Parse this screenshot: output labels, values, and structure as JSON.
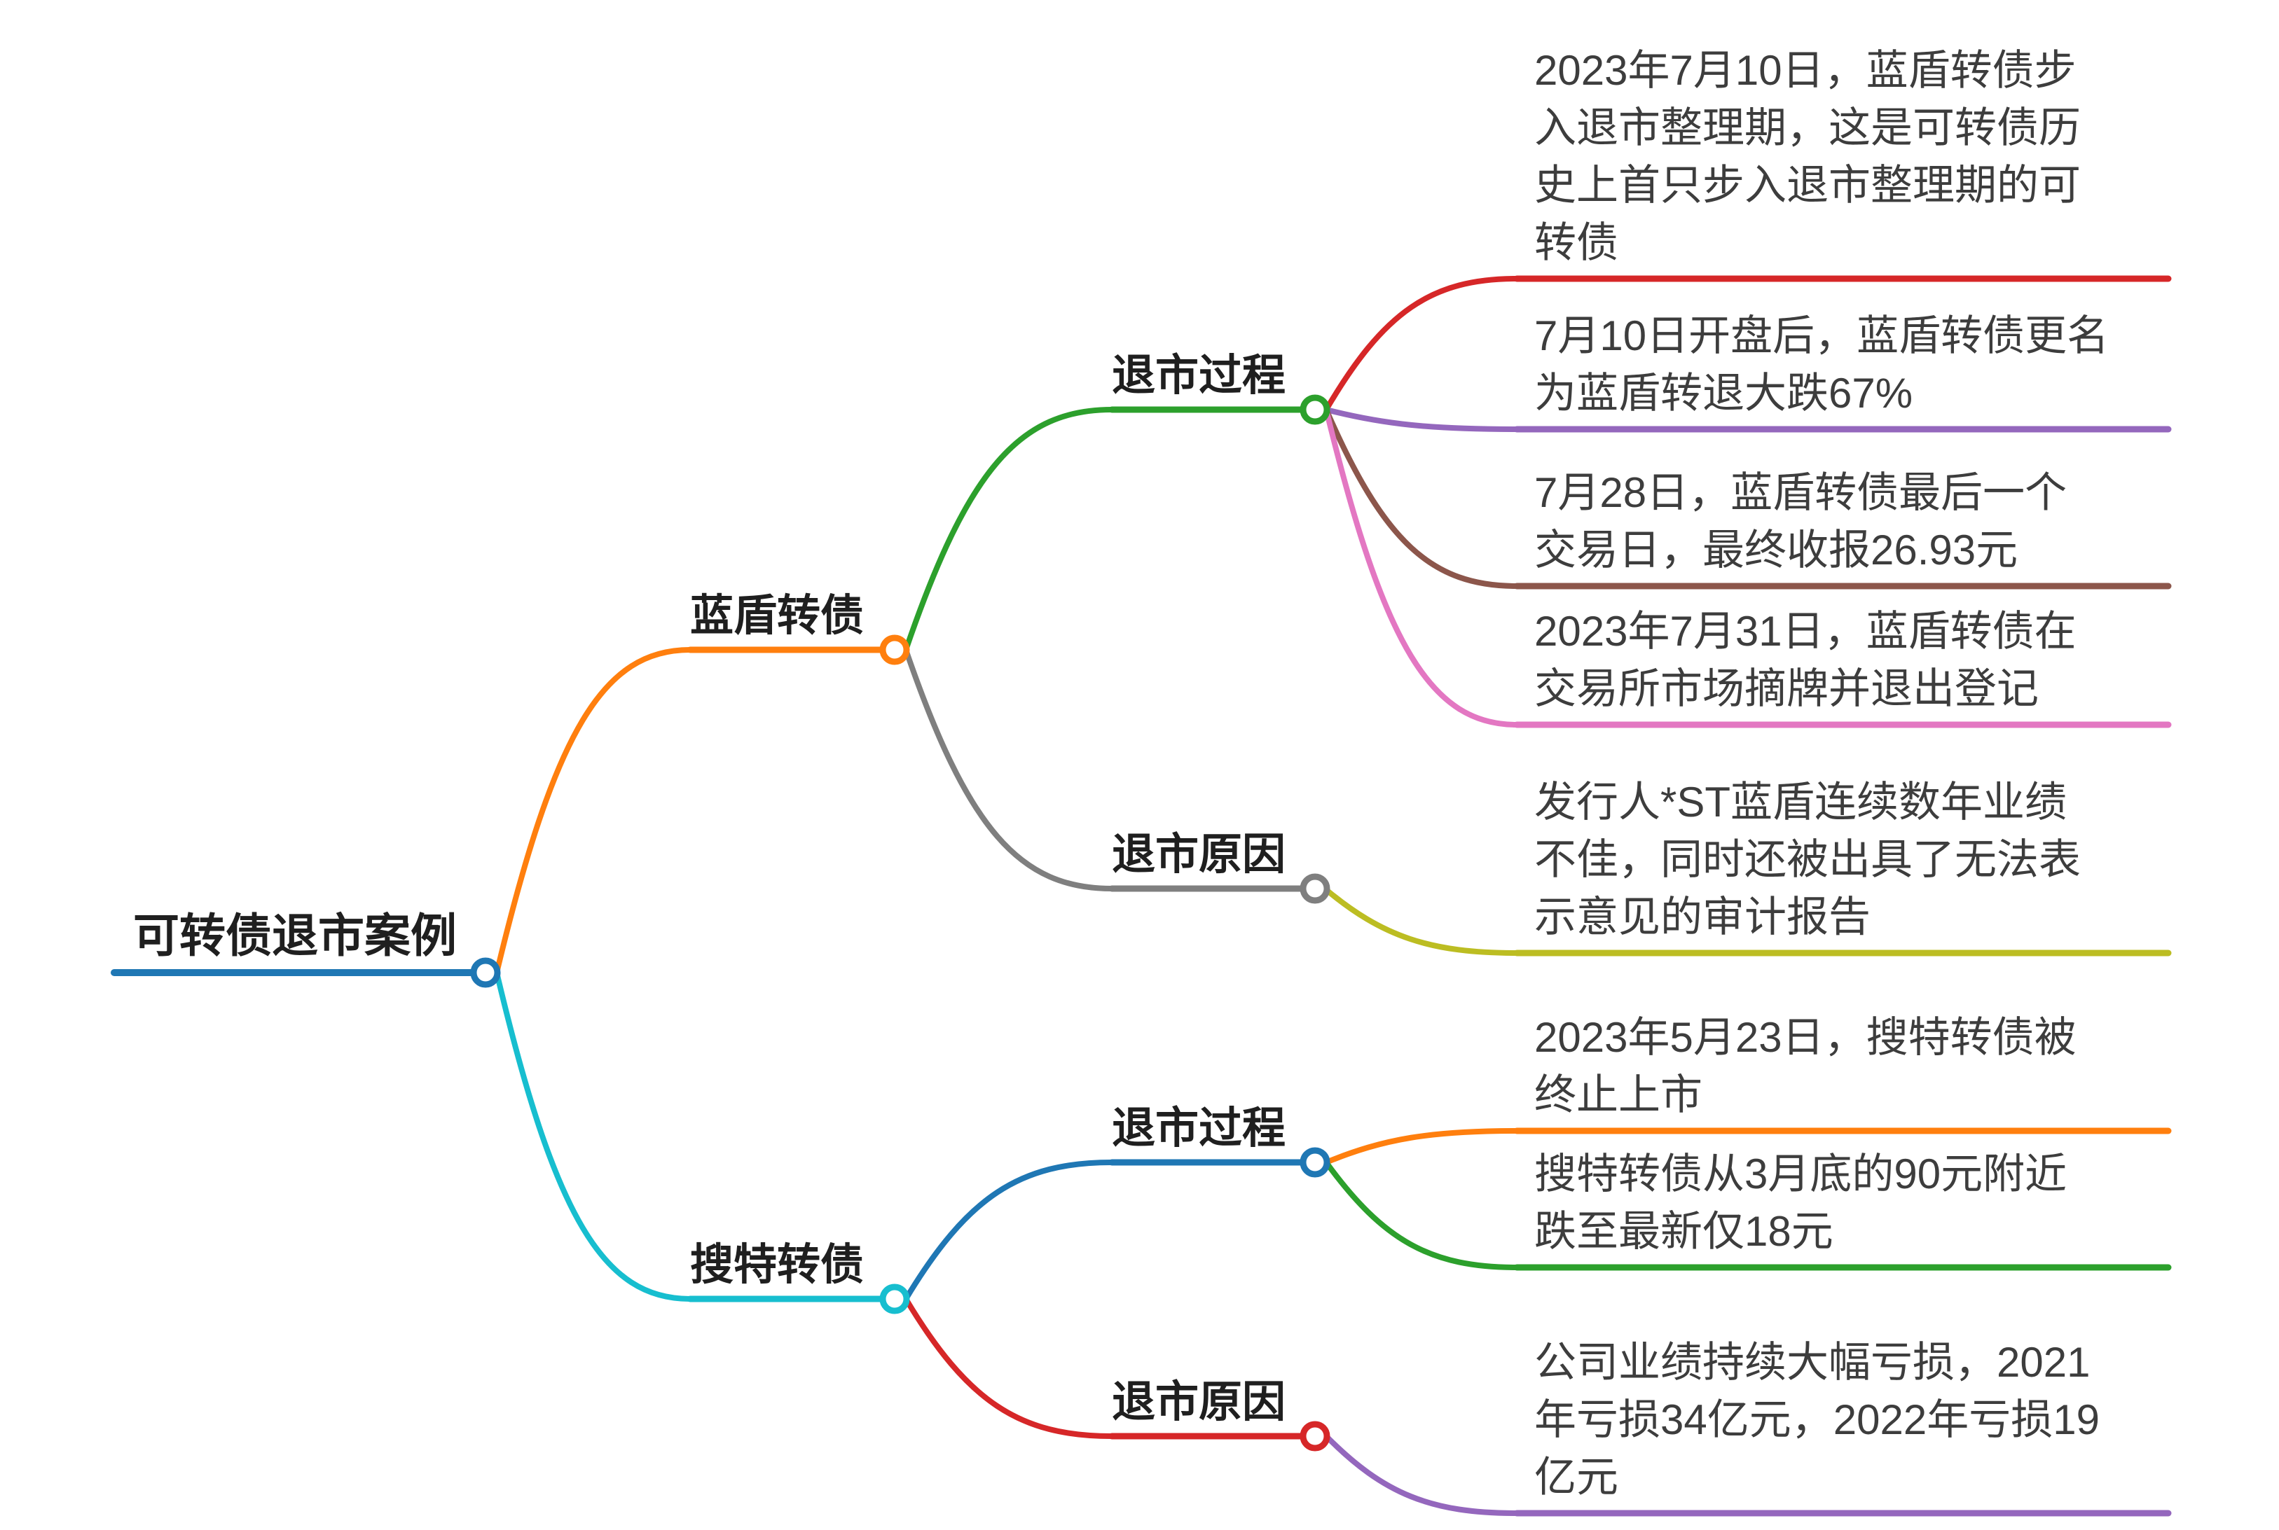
{
  "palette": {
    "blue": "#1f77b4",
    "orange": "#ff7f0e",
    "green": "#2ca02c",
    "red": "#d62728",
    "purple": "#9467bd",
    "brown": "#8c564b",
    "pink": "#e377c2",
    "gray": "#7f7f7f",
    "olive": "#bcbd22",
    "cyan": "#17becf"
  },
  "root": {
    "label": "可转债退市案例"
  },
  "branches": {
    "landun": {
      "label": "蓝盾转债"
    },
    "landun_process": {
      "label": "退市过程"
    },
    "landun_reason": {
      "label": "退市原因"
    },
    "soute": {
      "label": "搜特转债"
    },
    "soute_process": {
      "label": "退市过程"
    },
    "soute_reason": {
      "label": "退市原因"
    }
  },
  "leaves": {
    "landun_process": [
      {
        "text": "2023年7月10日，蓝盾转债步\n入退市整理期，这是可转债历\n史上首只步入退市整理期的可\n转债"
      },
      {
        "text": "7月10日开盘后，蓝盾转债更名\n为蓝盾转退大跌67%"
      },
      {
        "text": "7月28日，蓝盾转债最后一个\n交易日，最终收报26.93元"
      },
      {
        "text": "2023年7月31日，蓝盾转债在\n交易所市场摘牌并退出登记"
      }
    ],
    "landun_reason": [
      {
        "text": "发行人*ST蓝盾连续数年业绩\n不佳，同时还被出具了无法表\n示意见的审计报告"
      }
    ],
    "soute_process": [
      {
        "text": "2023年5月23日，搜特转债被\n终止上市"
      },
      {
        "text": "搜特转债从3月底的90元附近\n跌至最新仅18元"
      }
    ],
    "soute_reason": [
      {
        "text": "公司业绩持续大幅亏损，2021\n年亏损34亿元，2022年亏损19\n亿元"
      }
    ]
  }
}
